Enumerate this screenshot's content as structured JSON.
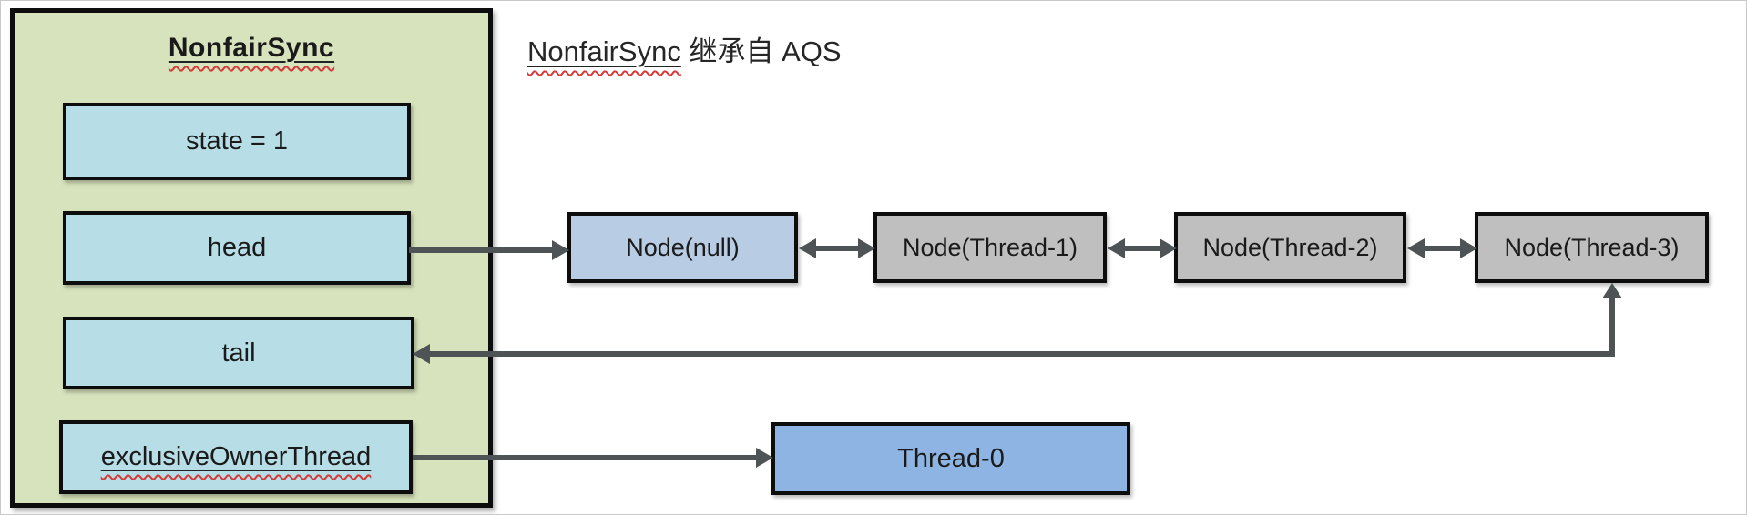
{
  "diagram": {
    "container": {
      "title": "NonfairSync"
    },
    "attributes": [
      {
        "label": "state = 1"
      },
      {
        "label": "head"
      },
      {
        "label": "tail"
      },
      {
        "label": "exclusiveOwnerThread"
      }
    ],
    "caption": {
      "highlight": "NonfairSync",
      "rest": " 继承自 AQS"
    },
    "nodes": [
      {
        "label": "Node(null)"
      },
      {
        "label": "Node(Thread-1)"
      },
      {
        "label": "Node(Thread-2)"
      },
      {
        "label": "Node(Thread-3)"
      }
    ],
    "owner_thread": {
      "label": "Thread-0"
    },
    "edges": [
      {
        "from": "head",
        "to": "Node(null)",
        "style": "single-arrow"
      },
      {
        "from": "Node(null)",
        "to": "Node(Thread-1)",
        "style": "double-arrow"
      },
      {
        "from": "Node(Thread-1)",
        "to": "Node(Thread-2)",
        "style": "double-arrow"
      },
      {
        "from": "Node(Thread-2)",
        "to": "Node(Thread-3)",
        "style": "double-arrow"
      },
      {
        "from": "Node(Thread-3)",
        "to": "tail",
        "style": "elbow-double-arrow"
      },
      {
        "from": "exclusiveOwnerThread",
        "to": "Thread-0",
        "style": "single-arrow"
      }
    ],
    "colors": {
      "container_fill": "#d7e3bc",
      "attribute_fill": "#b7dde6",
      "head_node_fill": "#b8cce4",
      "queue_node_fill": "#bfbfbf",
      "thread_fill": "#8eb4e3",
      "arrow": "#4e5456",
      "border": "#0d0d0d",
      "text": "#1a1a1a",
      "squiggle": "#d43a3a"
    }
  }
}
